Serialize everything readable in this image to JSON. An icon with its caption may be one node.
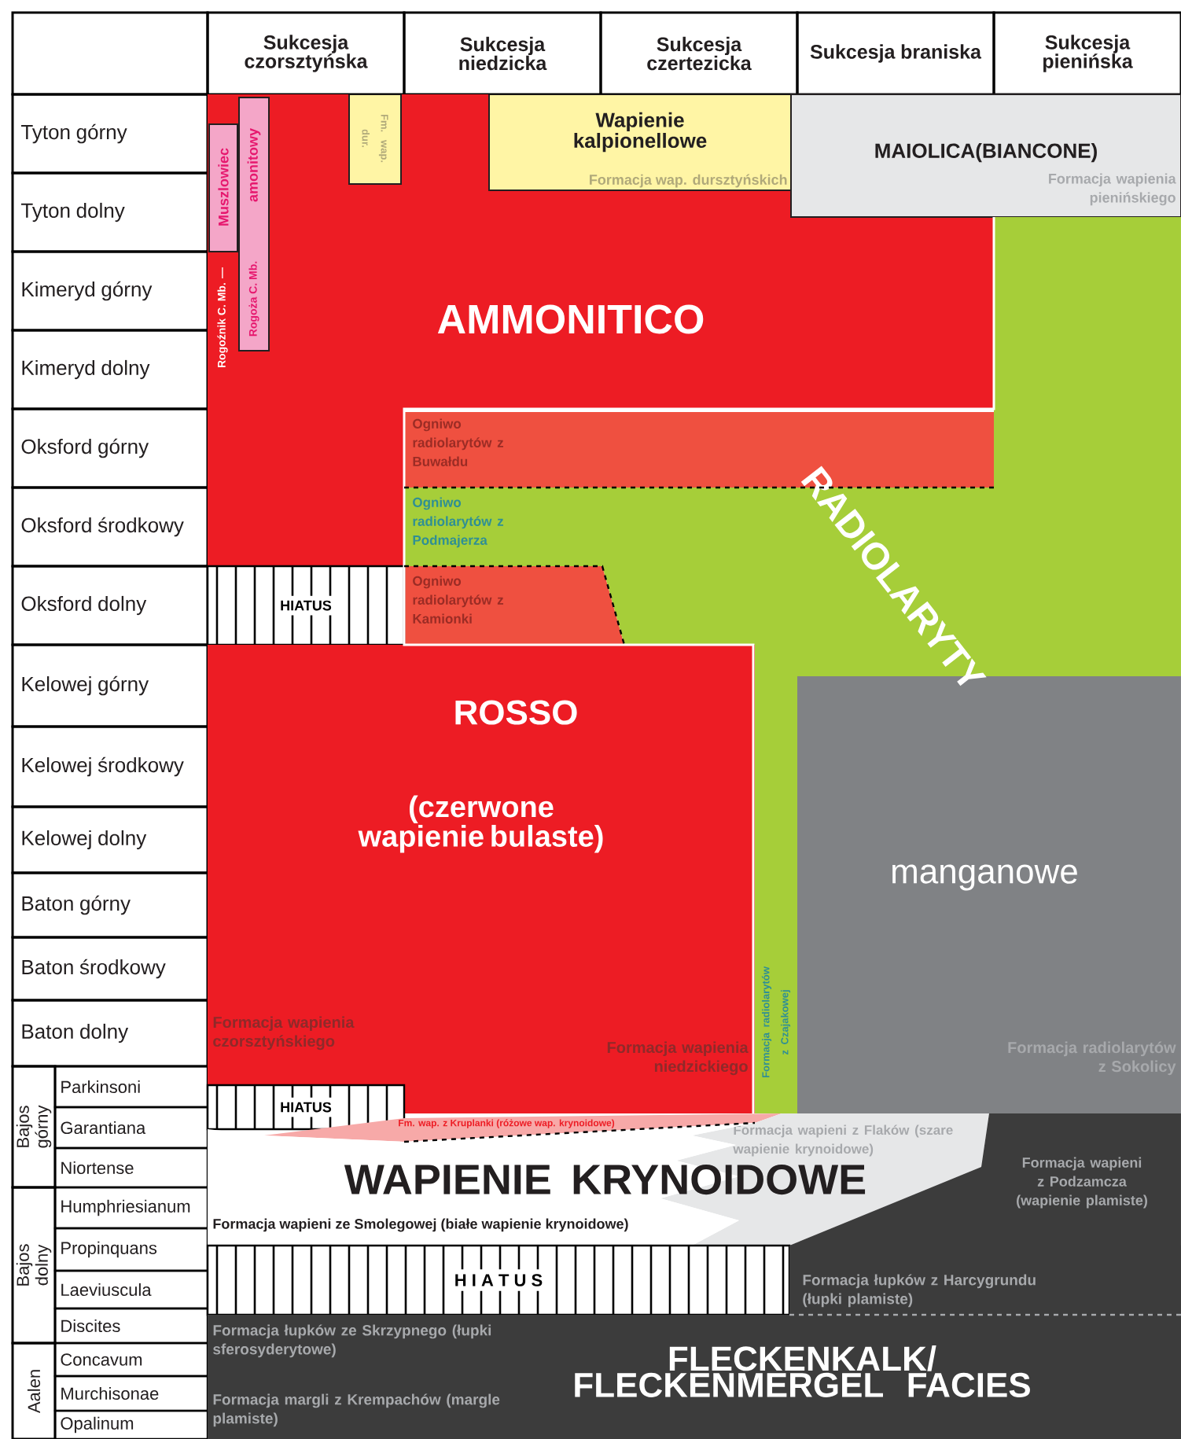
{
  "diagram": {
    "nodes": [
      {
        "text": [
          "AMMONITICO"
        ]
      },
      {
        "text": [
          "Muszlowiec"
        ],
        "in": 0
      },
      {
        "text": [
          "amonitowy",
          "Rogoża C. Mb."
        ],
        "in": 0
      },
      {
        "text": [
          "Fm. wap. dur."
        ],
        "in": 0
      },
      {
        "text": [
          "Wapienie kalpionellowe",
          "Formacja wap. dursztyńskich"
        ],
        "in": 0
      },
      {
        "text": [
          "MAIOLICA(BIANCONE)",
          "Formacja wapienia pienińskiego"
        ]
      },
      {
        "text": [
          "RADIOLARYTY"
        ]
      },
      {
        "text": [
          "Ogniwo radiolarytów z Buwałdu"
        ]
      },
      {
        "text": [
          "Ogniwo radiolarytów z Kamionki"
        ]
      },
      {
        "text": [
          "HIATUS"
        ]
      },
      {
        "text": [
          "ROSSO",
          "(czerwone wapienie bulaste)"
        ]
      },
      {
        "text": [
          "Formacja radiolarytów z Czajakowej"
        ]
      },
      {
        "text": [
          "manganowe",
          "Formacja radiolarytów z Sokolicy"
        ]
      },
      {
        "text": [
          "HIATUS"
        ]
      },
      {
        "text": [
          "Fm. wap. z Kruplanki (różowe wap. krynoidowe)"
        ]
      },
      {
        "text": [
          "Formacja wapieni z Flaków (szare wapienie krynoidowe)"
        ]
      },
      {
        "text": [
          "Formacja wapieni z Podzamcza (wapienie plamiste)"
        ]
      },
      {
        "text": [
          "WAPIENIE KRYNOIDOWE",
          "Formacja wapieni ze Smolegowej (białe wapienie krynoidowe)"
        ]
      },
      {
        "text": [
          "H I A T U S"
        ]
      },
      {
        "text": [
          "Formacja łupków z Harcygrundu (łupki plamiste)",
          "Formacja łupków ze Skrzypnego (łupki sferosyderytowe)",
          "FLECKENKALK/ FLECKENMERGEL FACIES",
          "Formacja margli z Krempachów (margle plamiste)"
        ]
      }
    ],
    "labels": [
      "Sukcesja czorsztyńska",
      "Sukcesja niedzicka",
      "Sukcesja czertezicka",
      "Sukcesja braniska",
      "Sukcesja pienińska",
      "Tyton górny",
      "Tyton dolny",
      "Kimeryd górny",
      "Kimeryd dolny",
      "Oksford górny",
      "Oksford środkowy",
      "Oksford dolny",
      "Kelowej górny",
      "Kelowej środkowy",
      "Kelowej dolny",
      "Baton górny",
      "Baton środkowy",
      "Baton dolny",
      "Bajos górny",
      "Parkinsoni",
      "Garantiana",
      "Niortense",
      "Bajos dolny",
      "Humphriesianum",
      "Propinquans",
      "Laeviuscula",
      "Discites",
      "Aalen",
      "Concavum",
      "Murchisonae",
      "Opalinum",
      "Rogoźnik C. Mb. —",
      "Ogniwo radiolarytów z Podmajerza",
      "Formacja wapienia czorsztyńskiego",
      "Formacja wapienia niedzickiego"
    ]
  }
}
